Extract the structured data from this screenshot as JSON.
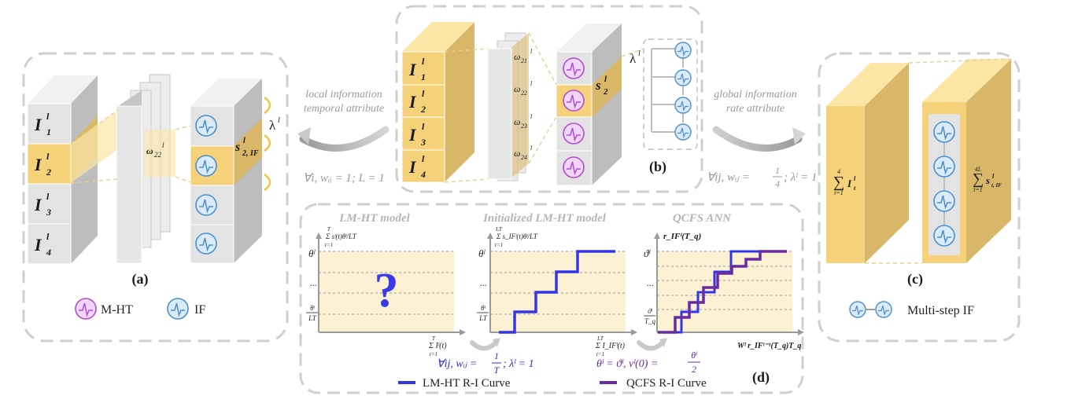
{
  "colors": {
    "yellow_light": "#fbe6a6",
    "yellow_mid": "#f5d27a",
    "yellow_dark": "#d8b868",
    "gray_face": "#e3e3e3",
    "gray_side": "#bdbdbd",
    "gray_top": "#f1f1f1",
    "if_blue": "#4a8fcf",
    "mht_purple": "#b24bd6",
    "lmht_blue": "#3535e8",
    "qcfs_purple": "#6a2aa0",
    "panel_border": "#cfcfcf"
  },
  "panel_a": {
    "inputs": [
      "I",
      "I",
      "I",
      "I"
    ],
    "input_subs": [
      "1",
      "2",
      "3",
      "4"
    ],
    "input_sup": "l",
    "weight": "ω",
    "weight_sub": "22",
    "weight_sup": "l",
    "spike": "s",
    "spike_sub": "2, IF",
    "spike_sup": "l",
    "lambda": "λ",
    "lambda_sup": "l",
    "caption": "(a)",
    "legend_mht": "M-HT",
    "legend_if": "IF"
  },
  "arrow_left": {
    "line1": "local information",
    "line2": "temporal attribute",
    "cond": "∀i, wᵢᵢ = 1; L = 1"
  },
  "panel_b": {
    "inputs": [
      "I",
      "I",
      "I",
      "I"
    ],
    "input_subs": [
      "1",
      "2",
      "3",
      "4"
    ],
    "input_sup": "l",
    "weights": [
      "ω",
      "ω",
      "ω",
      "ω"
    ],
    "weight_subs": [
      "21",
      "22",
      "23",
      "24"
    ],
    "weight_sup": "l",
    "spike": "s",
    "spike_sub": "2",
    "spike_sup": "l",
    "lambda": "λ",
    "lambda_sup": "l",
    "caption": "(b)"
  },
  "arrow_right": {
    "line1": "global information",
    "line2": "rate attribute",
    "cond_prefix": "∀ij, wᵢⱼ =",
    "cond_num": "1",
    "cond_den": "4",
    "cond_suffix": "; λˡ = 1"
  },
  "panel_c": {
    "sum_top": "4",
    "sum_bottom": "t=1",
    "input": "I",
    "input_sub": "t",
    "input_sup": "l",
    "out_sum_top": "4L",
    "out_sum_bottom": "t=1",
    "out": "s",
    "out_sub": "t, IF",
    "out_sup": "l",
    "caption": "(c)",
    "legend": "Multi-step IF"
  },
  "panel_d": {
    "titles": [
      "LM-HT model",
      "Initialized LM-HT model",
      "QCFS ANN"
    ],
    "plot1": {
      "ylabel": "Σ sˡ(t)θˡ/LT",
      "ylabel_top": "T",
      "ylabel_bottom": "t=1",
      "ytick_top": "θˡ",
      "ytick_mid": "...",
      "ytick_low_num": "θˡ",
      "ytick_low_den": "LT",
      "xlabel": "Σ Iˡ(t)",
      "xlabel_top": "T",
      "xlabel_bottom": "t=1",
      "question": "?"
    },
    "plot2": {
      "ylabel": "Σ s_IFˡ(t)θˡ/LT",
      "ylabel_top": "LT",
      "ylabel_bottom": "t=1",
      "ytick_top": "θˡ",
      "ytick_mid": "...",
      "ytick_low_num": "θˡ",
      "ytick_low_den": "LT",
      "xlabel": "Σ I_IFˡ(t)",
      "xlabel_top": "LT",
      "xlabel_bottom": "t=1"
    },
    "plot3": {
      "ylabel": "r_IFˡ(T_q)",
      "ytick_top": "ϑˡ",
      "ytick_mid": "...",
      "ytick_low_num": "ϑˡ",
      "ytick_low_den": "T_q",
      "xlabel": "Wˡ r_IFˡ⁻¹(T_q)T_q"
    },
    "cond1_prefix": "∀ij, wᵢⱼ =",
    "cond1_num": "1",
    "cond1_den": "T",
    "cond1_suffix": "; λˡ = 1",
    "cond2_prefix": "θˡ = ϑˡ, vˡ(0) =",
    "cond2_num": "θˡ",
    "cond2_den": "2",
    "legend_lmht": "LM-HT R-I Curve",
    "legend_qcfs": "QCFS R-I Curve",
    "caption": "(d)"
  }
}
